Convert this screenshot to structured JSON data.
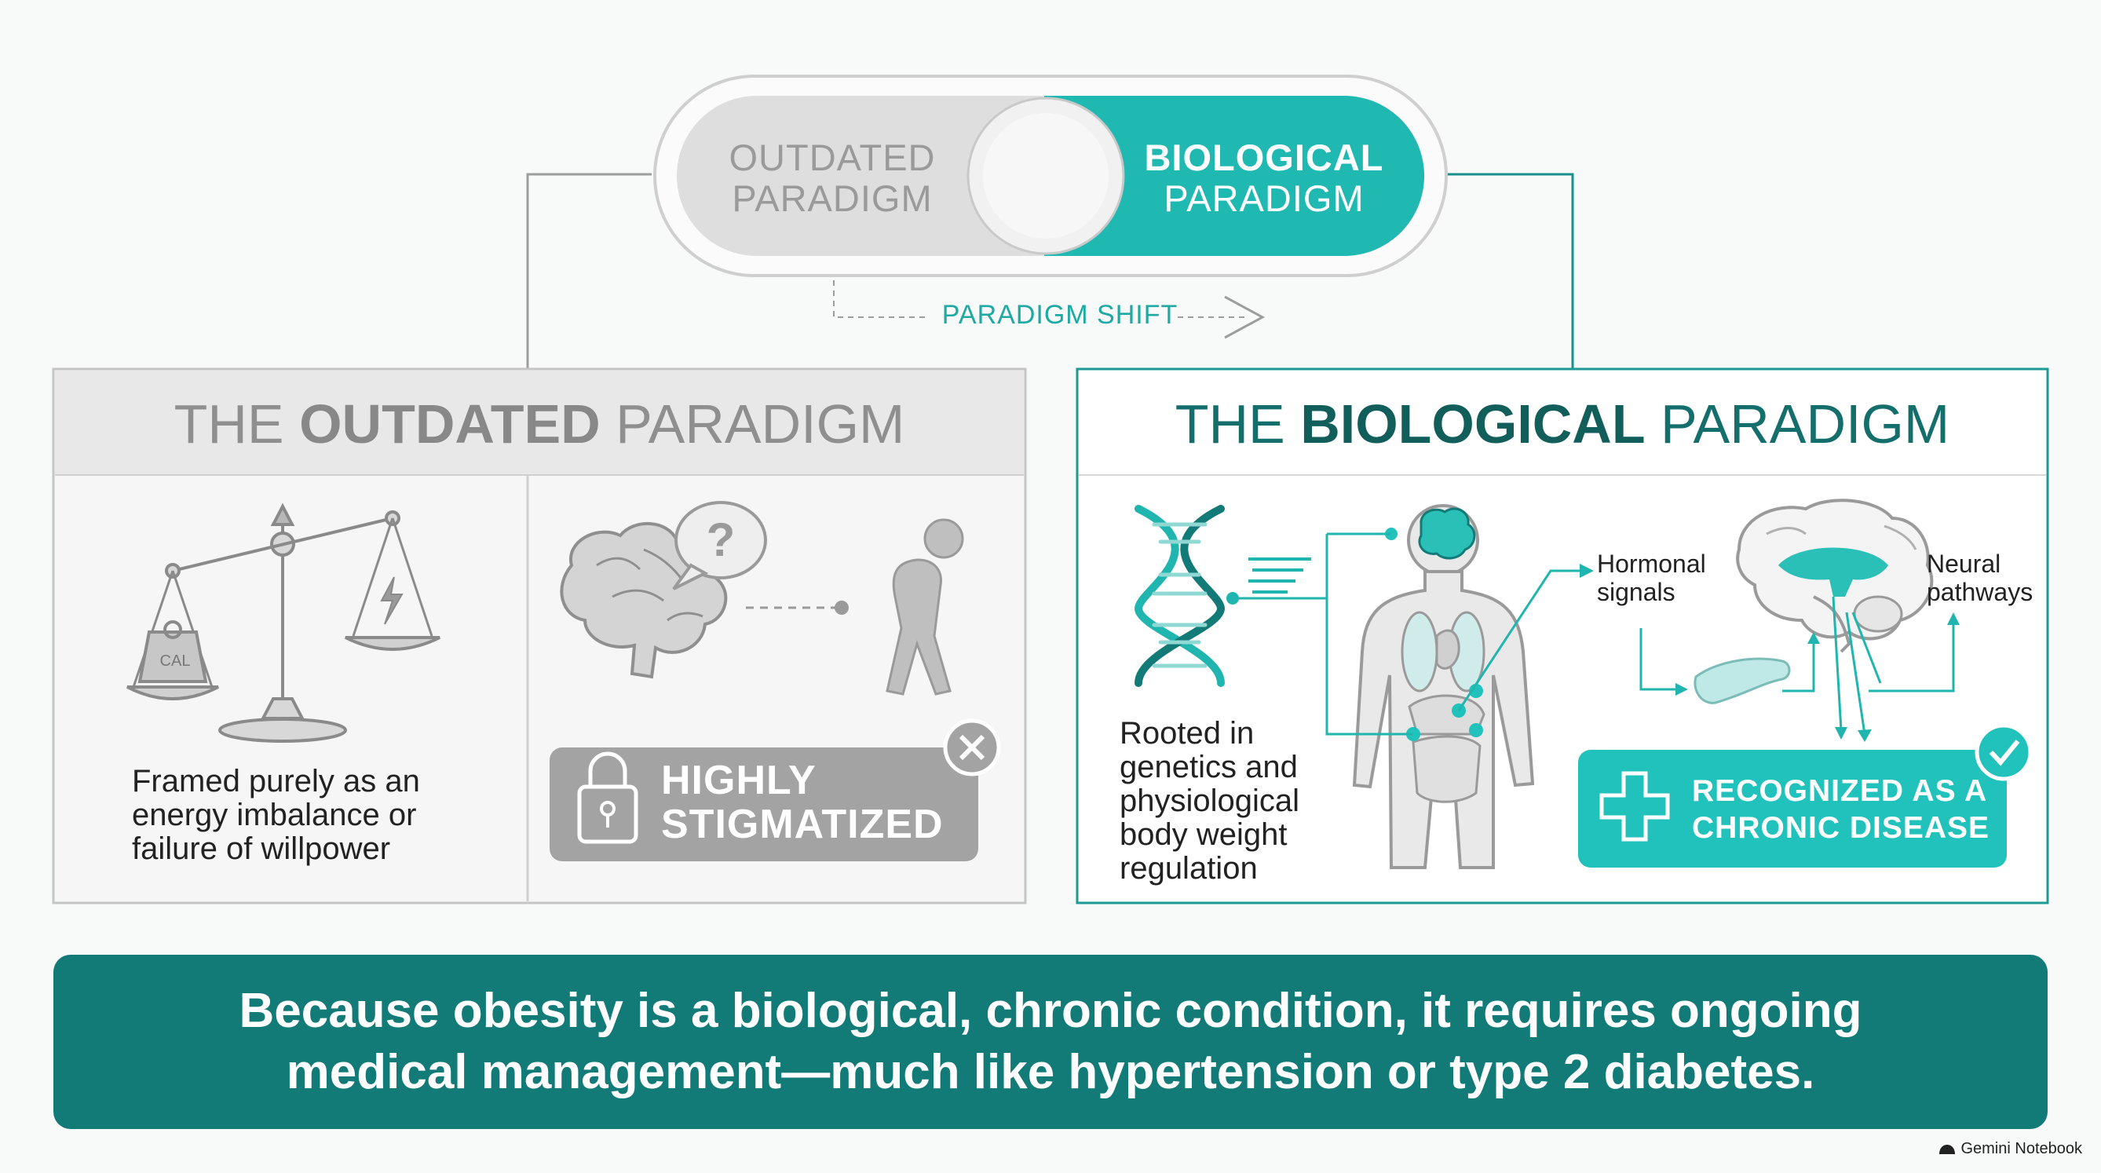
{
  "toggle": {
    "left_line1": "OUTDATED",
    "left_line2": "PARADIGM",
    "right_line1": "BIOLOGICAL",
    "right_line2": "PARADIGM"
  },
  "shift_label": "PARADIGM SHIFT",
  "left_panel": {
    "title_prefix": "THE ",
    "title_bold": "OUTDATED",
    "title_suffix": " PARADIGM",
    "scale_weight_label": "CAL",
    "caption": "Framed purely as an energy imbalance or failure of willpower",
    "badge_line1": "HIGHLY",
    "badge_line2": "STIGMATIZED"
  },
  "right_panel": {
    "title_prefix": "THE ",
    "title_bold": "BIOLOGICAL",
    "title_suffix": " PARADIGM",
    "caption": "Rooted in genetics and physiological body weight regulation",
    "hormonal_label": "Hormonal signals",
    "neural_label": "Neural pathways",
    "badge_line1": "RECOGNIZED AS A",
    "badge_line2": "CHRONIC DISEASE"
  },
  "banner": {
    "line1": "Because obesity is a biological, chronic condition, it requires ongoing",
    "line2": "medical management—much like hypertension or type 2 diabetes."
  },
  "footer": {
    "brand": "Gemini Notebook"
  },
  "colors": {
    "teal": "#20c2bb",
    "teal_dark": "#127b78",
    "gray_panel": "#ececec",
    "gray_badge": "#a3a3a3"
  }
}
